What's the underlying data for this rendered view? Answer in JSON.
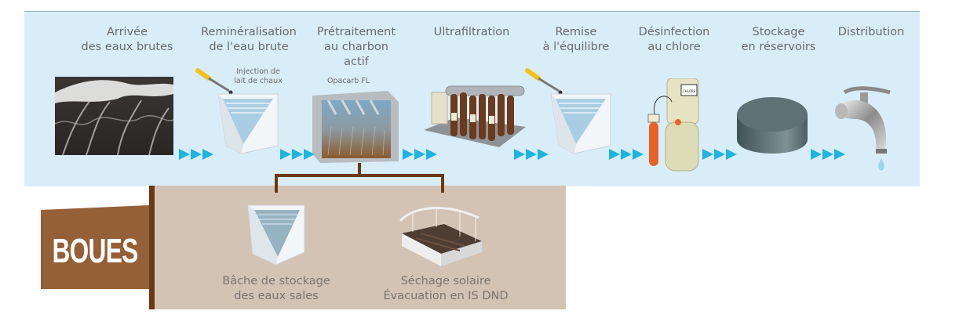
{
  "steps": [
    {
      "id": "arrivee",
      "title_line1": "Arrivée",
      "title_line2": "des eaux brutes",
      "icon": "river-water-photo"
    },
    {
      "id": "remineralisation",
      "title_line1": "Reminéralisation",
      "title_line2": "de l'eau brute",
      "sub_line1": "Injection de",
      "sub_line2": "lait de chaux",
      "icon": "dosing-tank"
    },
    {
      "id": "pretraitement",
      "title_line1": "Prétraitement",
      "title_line2": "au charbon",
      "title_line3": "actif",
      "sub_line1": "Opacarb FL",
      "icon": "carbon-reactor"
    },
    {
      "id": "ultrafiltration",
      "title_line1": "Ultrafiltration",
      "icon": "membrane-skid"
    },
    {
      "id": "remise",
      "title_line1": "Remise",
      "title_line2": "à l'équilibre",
      "icon": "dosing-tank"
    },
    {
      "id": "desinfection",
      "title_line1": "Désinfection",
      "title_line2": "au chlore",
      "icon": "chlorinator"
    },
    {
      "id": "stockage",
      "title_line1": "Stockage",
      "title_line2": "en réservoirs",
      "icon": "reservoir"
    },
    {
      "id": "distribution",
      "title_line1": "Distribution",
      "icon": "water-tap"
    }
  ],
  "sludge": {
    "tag": "BOUES",
    "items": [
      {
        "line1": "Bâche de stockage",
        "line2": "des eaux sales",
        "icon": "storage-tank"
      },
      {
        "line1": "Séchage solaire",
        "line2": "Évacuation en IS DND",
        "icon": "solar-dryer"
      }
    ]
  },
  "colors": {
    "panel": "#d9edf8",
    "sludge_panel": "#d3c3b4",
    "sludge_tag": "#955f37",
    "connector": "#6b3a14",
    "arrow": "#1fb3e1",
    "text": "#6a6a6a"
  }
}
